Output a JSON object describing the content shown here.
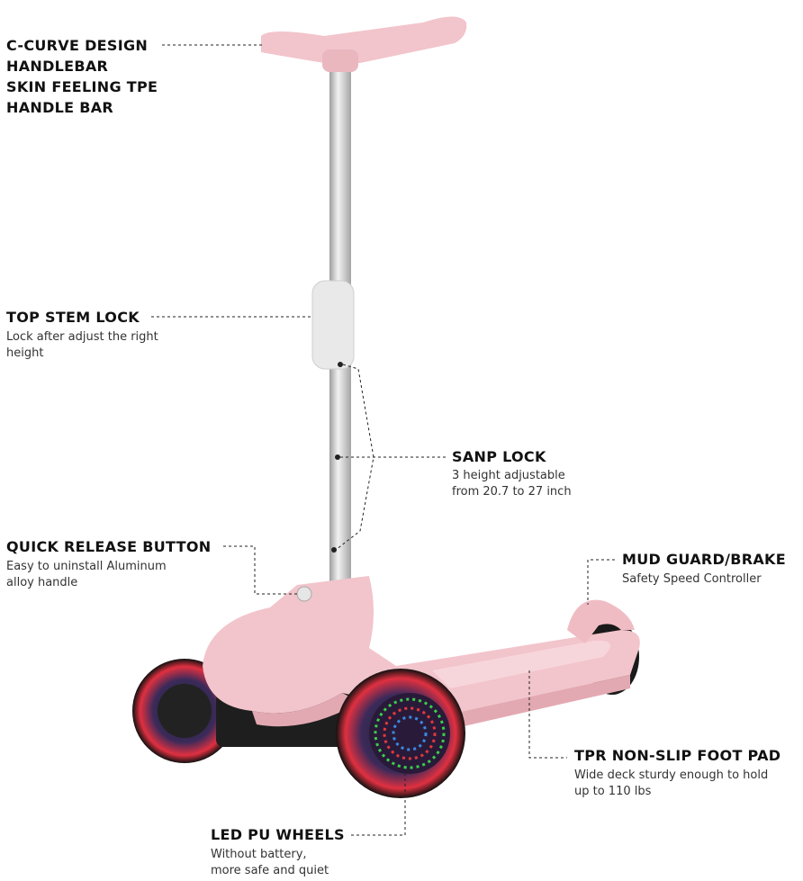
{
  "callouts": {
    "handlebar": {
      "title_lines": [
        "C-CURVE DESIGN",
        "HANDLEBAR",
        "SKIN FEELING TPE",
        "HANDLE BAR"
      ]
    },
    "top_stem_lock": {
      "title": "TOP STEM LOCK",
      "desc_lines": [
        "Lock after adjust the right",
        "height"
      ]
    },
    "quick_release": {
      "title": "QUICK RELEASE BUTTON",
      "desc_lines": [
        "Easy to uninstall  Aluminum",
        "alloy handle"
      ]
    },
    "snap_lock": {
      "title": "SANP LOCK",
      "desc_lines": [
        "3 height adjustable",
        "from 20.7 to 27 inch"
      ]
    },
    "mud_guard": {
      "title": "MUD GUARD/BRAKE",
      "desc_lines": [
        "Safety Speed Controller"
      ]
    },
    "foot_pad": {
      "title": "TPR NON-SLIP FOOT PAD",
      "desc_lines": [
        "Wide deck sturdy enough to hold",
        "up to 110 lbs"
      ]
    },
    "wheels": {
      "title": "LED PU WHEELS",
      "desc_lines": [
        "Without battery,",
        "more safe and quiet"
      ]
    }
  },
  "colors": {
    "pink": "#f2c4cb",
    "pink_dark": "#e3a9b2",
    "silver": "#c9c9c9",
    "wheel": "#1a1a1a"
  }
}
